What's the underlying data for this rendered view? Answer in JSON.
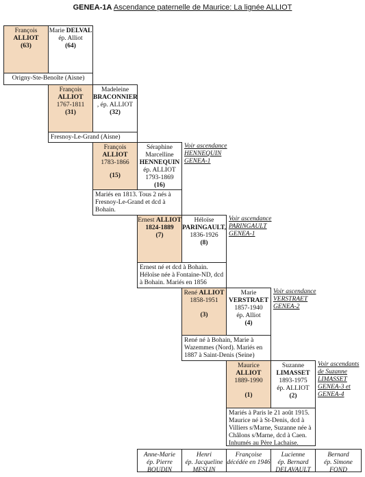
{
  "title": {
    "bold": "GENEA-1A",
    "underlined": "Ascendance paternelle de Maurice: La lignée ALLIOT"
  },
  "generations": [
    {
      "father": {
        "first": "François",
        "last": "ALLIOT",
        "dates": "",
        "num": "(63)"
      },
      "mother": {
        "first": "Marie",
        "last": "DELVAL",
        "extra": "ép. Alliot",
        "dates": "",
        "num": "(64)"
      },
      "note": "Origny-Ste-Benoîte (Aisne)",
      "link": []
    },
    {
      "father": {
        "first": "François",
        "last": "ALLIOT",
        "dates": "1767-1811",
        "num": "(31)"
      },
      "mother": {
        "first": "Madeleine",
        "last": "BRACONNIER",
        "extra": ", ép. ALLIOT",
        "dates": "",
        "num": "(32)"
      },
      "note": "Fresnoy-Le-Grand (Aisne)",
      "link": []
    },
    {
      "father": {
        "first": "François",
        "last": "ALLIOT",
        "dates": "1783-1866",
        "num": "(15)"
      },
      "mother": {
        "first": "Séraphine Marcelline",
        "last": "HENNEQUIN",
        "extra": "ép. ALLIOT",
        "dates": "1793-1869",
        "num": "(16)"
      },
      "note": "Mariés en 1813. Tous 2 nés à Fresnoy-Le-Grand et dcd à Bohain.",
      "link": [
        "Voir ascendance",
        "HENNEQUIN",
        "GENEA-1"
      ]
    },
    {
      "father": {
        "first": "Ernest",
        "last": "ALLIOT",
        "dates": "1824-1889",
        "num": "(7)"
      },
      "mother": {
        "first": "Héloïse",
        "last": "PARINGAULT,",
        "extra": "",
        "dates": "1836-1926",
        "num": "(8)"
      },
      "note": "Ernest né et dcd à Bohain. Héloïse née à Fontaine-ND, dcd à Bohain. Mariés en 1856",
      "link": [
        "Voir ascendance",
        "PARINGAULT",
        "GENEA-1"
      ]
    },
    {
      "father": {
        "first": "René",
        "last": "ALLIOT",
        "dates": "1858-1951",
        "num": "(3)"
      },
      "mother": {
        "first": "Marie",
        "last": "VERSTRAET",
        "extra": "ép. Alliot",
        "dates": "1857-1940",
        "num": "(4)"
      },
      "note": "René né à Bohain, Marie à Wazemmes (Nord). Mariés en 1887 à Saint-Denis (Seine)",
      "link": [
        "Voir ascendance",
        "VERSTRAET",
        "GENEA-2"
      ]
    },
    {
      "father": {
        "first": "Maurice",
        "last": "ALLIOT",
        "dates": "1889-1990",
        "num": "(1)"
      },
      "mother": {
        "first": "Suzanne",
        "last": "LIMASSET",
        "extra": "ép. ALLIOT",
        "dates": "1893-1975",
        "num": "(2)"
      },
      "note": "Mariés à Paris le 21 août 1915. Maurice né à St-Denis, dcd à Villiers s/Marne, Suzanne née à Châlons s/Marne, dcd à Caen. Inhumés au Père Lachaise.",
      "link": [
        "Voir ascendants",
        "de Suzanne",
        "LIMASSET",
        "GENEA-3 et",
        "GENEA-4"
      ]
    }
  ],
  "children": [
    {
      "l1": "Anne-Marie",
      "l2": "ép. Pierre",
      "l3": "BOUDIN"
    },
    {
      "l1": "Henri",
      "l2": "ép. Jacqueline",
      "l3": "MESLIN"
    },
    {
      "l1": "Françoise",
      "l2": "décédée en 1946",
      "l3": ""
    },
    {
      "l1": "Lucienne",
      "l2": "ép. Bernard",
      "l3": "DELAVAULT"
    },
    {
      "l1": "Bernard",
      "l2": "ép. Simone",
      "l3": "FOND"
    }
  ]
}
